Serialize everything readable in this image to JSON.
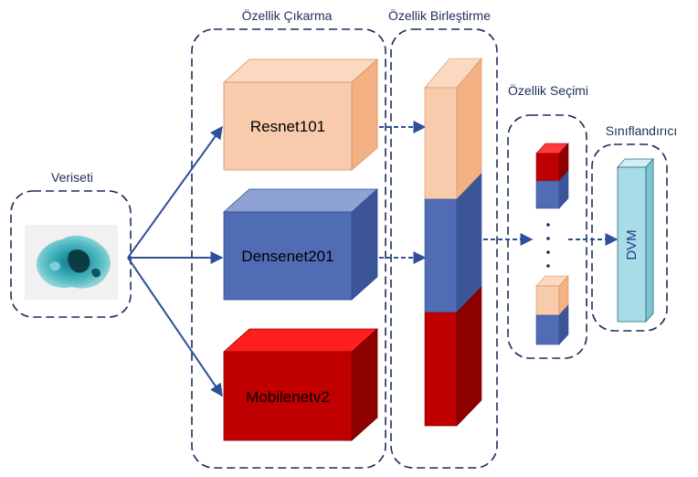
{
  "sections": {
    "dataset": "Veriseti",
    "feature_extraction": "Özellik Çıkarma",
    "feature_fusion": "Özellik Birleştirme",
    "feature_selection": "Özellik Seçimi",
    "classifier": "Sınıflandırıcı"
  },
  "models": {
    "resnet": "Resnet101",
    "densenet": "Densenet201",
    "mobilenet": "Mobilenetv2"
  },
  "classifier_box": {
    "label": "DVM"
  },
  "colors": {
    "peach": "#f8cbad",
    "blue": "#4f6cb5",
    "red": "#c00000",
    "cyan": "#a8dce6",
    "line": "#2f4f9a",
    "dashed_border": "#1f2d5a"
  }
}
